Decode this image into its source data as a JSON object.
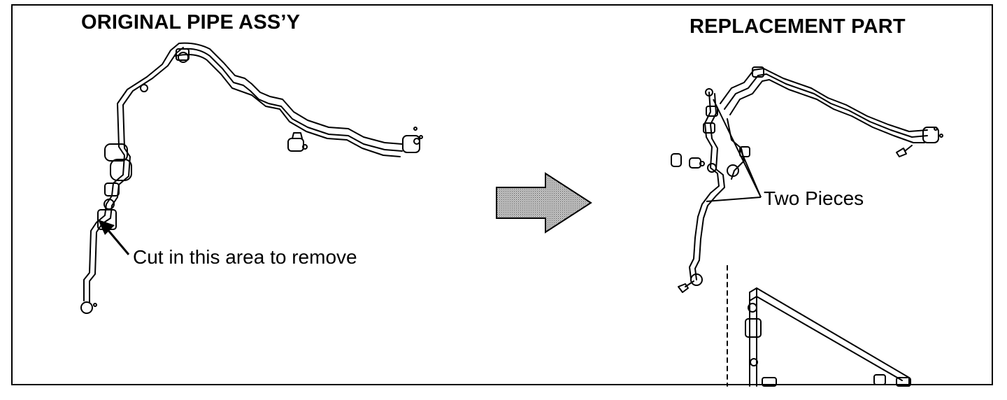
{
  "left_panel": {
    "heading": "ORIGINAL PIPE ASS’Y",
    "callout": "Cut in this area to remove"
  },
  "right_panel": {
    "heading": "REPLACEMENT PART",
    "callout": "Two Pieces"
  },
  "colors": {
    "line": "#000000",
    "arrow_fill": "#a8a8a8"
  }
}
